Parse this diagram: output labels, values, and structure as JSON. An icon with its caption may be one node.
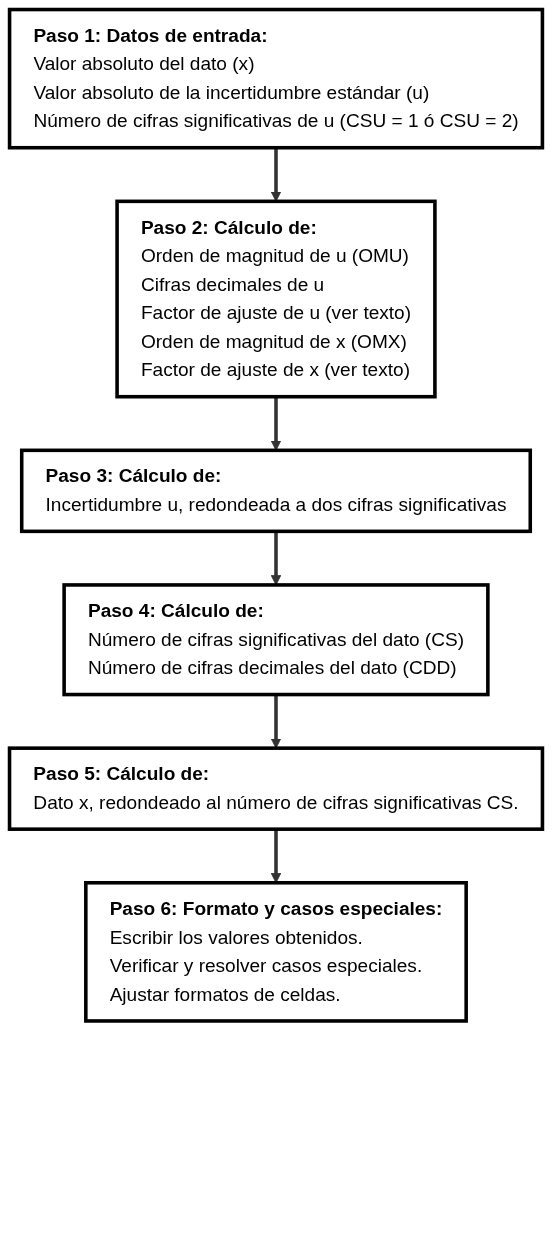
{
  "diagram": {
    "nodes": [
      {
        "text": [
          "Paso 1: Datos de entrada:",
          "Valor absoluto del dato (x)",
          "Valor absoluto de la incertidumbre estándar (u)",
          "Número de cifras significativas de u (CSU = 1 ó CSU = 2)"
        ]
      },
      {
        "text": [
          "Paso 2: Cálculo de:",
          "Orden de magnitud de u (OMU)",
          "Cifras decimales de u",
          "Factor de ajuste de u (ver texto)",
          "Orden de magnitud de x (OMX)",
          "Factor de ajuste de x (ver texto)"
        ]
      },
      {
        "text": [
          "Paso 3: Cálculo de:",
          "Incertidumbre u, redondeada a dos cifras significativas"
        ]
      },
      {
        "text": [
          "Paso 4: Cálculo de:",
          "Número de cifras significativas del dato (CS)",
          "Número de cifras decimales del dato (CDD)"
        ]
      },
      {
        "text": [
          "Paso 5: Cálculo de:",
          "Dato x, redondeado al número de cifras significativas CS."
        ]
      },
      {
        "text": [
          "Paso 6: Formato y casos especiales:",
          "Escribir los valores obtenidos.",
          "Verificar y resolver casos especiales.",
          "Ajustar formatos de celdas."
        ]
      }
    ],
    "edges": [
      {
        "from": 0,
        "to": 1,
        "arrow": "to"
      },
      {
        "from": 1,
        "to": 2,
        "arrow": "to"
      },
      {
        "from": 2,
        "to": 3,
        "arrow": "to"
      },
      {
        "from": 3,
        "to": 4,
        "arrow": "to"
      },
      {
        "from": 4,
        "to": 5,
        "arrow": "to"
      }
    ]
  }
}
